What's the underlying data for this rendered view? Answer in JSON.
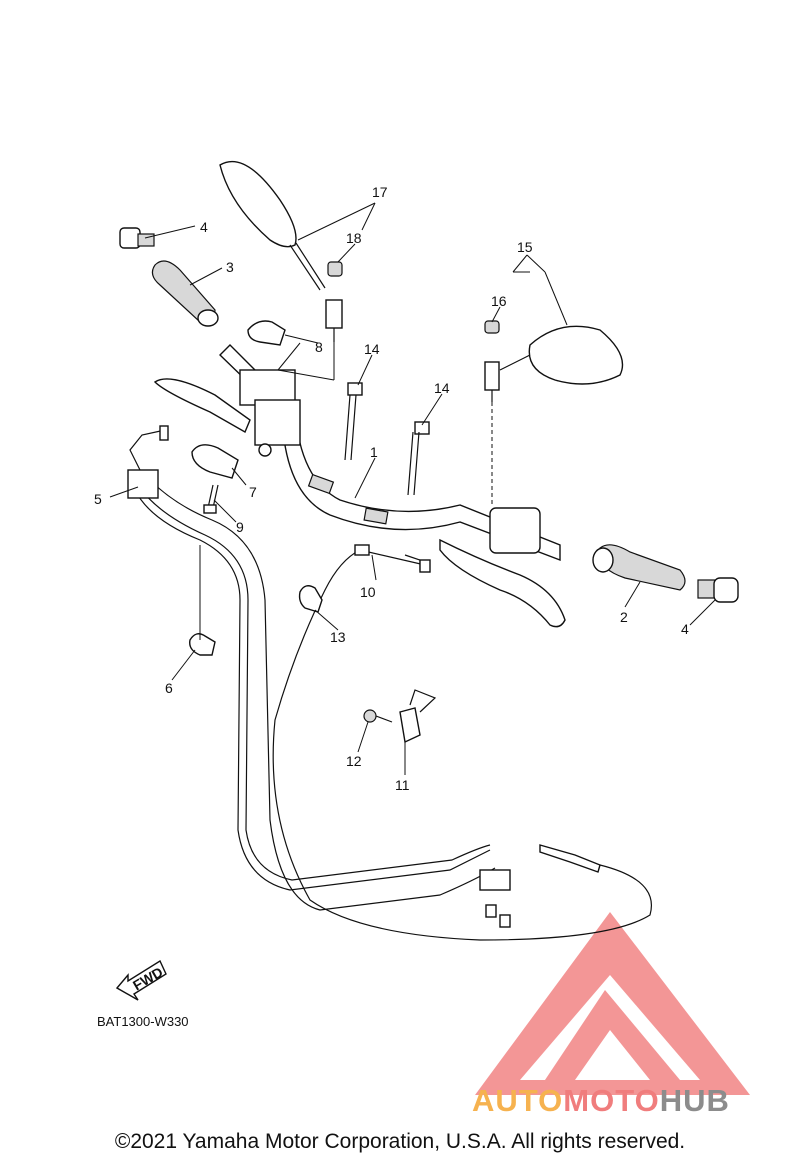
{
  "diagram": {
    "callouts": [
      {
        "id": "c1",
        "text": "1"
      },
      {
        "id": "c2",
        "text": "2"
      },
      {
        "id": "c3",
        "text": "3"
      },
      {
        "id": "c4a",
        "text": "4"
      },
      {
        "id": "c4b",
        "text": "4"
      },
      {
        "id": "c5",
        "text": "5"
      },
      {
        "id": "c6",
        "text": "6"
      },
      {
        "id": "c7",
        "text": "7"
      },
      {
        "id": "c8",
        "text": "8"
      },
      {
        "id": "c9",
        "text": "9"
      },
      {
        "id": "c10",
        "text": "10"
      },
      {
        "id": "c11",
        "text": "11"
      },
      {
        "id": "c12",
        "text": "12"
      },
      {
        "id": "c13",
        "text": "13"
      },
      {
        "id": "c14a",
        "text": "14"
      },
      {
        "id": "c14b",
        "text": "14"
      },
      {
        "id": "c15",
        "text": "15"
      },
      {
        "id": "c16",
        "text": "16"
      },
      {
        "id": "c17",
        "text": "17"
      },
      {
        "id": "c18",
        "text": "18"
      }
    ],
    "fwd_label": "FWD",
    "drawing_code": "BAT1300-W330"
  },
  "brand": {
    "part1": "AUTO",
    "part2": "MOTO",
    "part3": "HUB"
  },
  "colors": {
    "brand_orange": "#f6b24f",
    "brand_red": "#f07d7d",
    "brand_grey": "#8c8c8c",
    "logo_red": "#f28b8b"
  },
  "footer": {
    "copyright": "©2021 Yamaha Motor Corporation, U.S.A. All rights reserved."
  }
}
